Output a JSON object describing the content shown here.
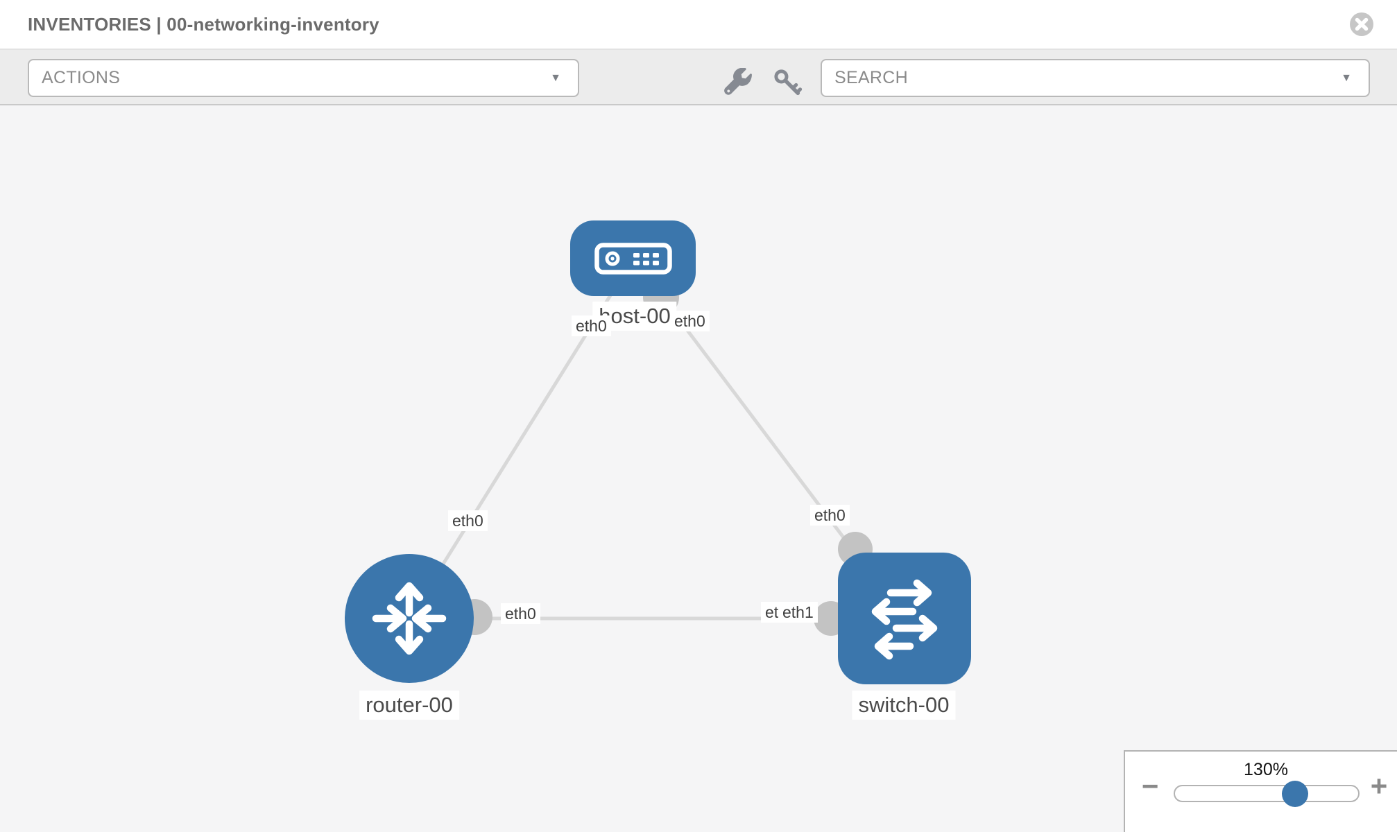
{
  "header": {
    "title": "INVENTORIES | 00-networking-inventory"
  },
  "toolbar": {
    "actions_dropdown": {
      "label": "ACTIONS",
      "chevron": "▼"
    },
    "search_dropdown": {
      "placeholder": "SEARCH",
      "chevron": "▼"
    },
    "tool_icons": [
      "wrench",
      "key"
    ]
  },
  "topology": {
    "nodes": [
      {
        "id": "host-00",
        "label": "host-00",
        "type": "host",
        "icon": "server-icon"
      },
      {
        "id": "router-00",
        "label": "router-00",
        "type": "router",
        "icon": "router-arrows-icon"
      },
      {
        "id": "switch-00",
        "label": "switch-00",
        "type": "switch",
        "icon": "switch-arrows-icon"
      }
    ],
    "links": [
      {
        "source": "host-00",
        "source_interface": "eth0",
        "target": "router-00",
        "target_interface": "eth0"
      },
      {
        "source": "host-00",
        "source_interface": "eth0",
        "target": "switch-00",
        "target_interface": "eth0"
      },
      {
        "source": "router-00",
        "source_interface": "eth0",
        "target": "switch-00",
        "target_interface": "eth1"
      }
    ],
    "interface_labels": {
      "host_router_at_host": "eth0",
      "host_router_at_router": "eth0",
      "host_switch_at_host": "eth0",
      "host_switch_at_switch": "eth0",
      "router_switch_at_router": "eth0",
      "router_switch_at_switch_back": "eth0",
      "router_switch_at_switch_front": "eth1"
    }
  },
  "zoom_control": {
    "value": "130%",
    "minus_label": "−",
    "plus_label": "+"
  },
  "colors": {
    "node_blue": "#3b76ac",
    "link_gray": "#d8d8d8",
    "connector_gray": "#c3c3c3",
    "canvas_bg": "#f5f5f6",
    "toolbar_bg": "#ececec"
  }
}
